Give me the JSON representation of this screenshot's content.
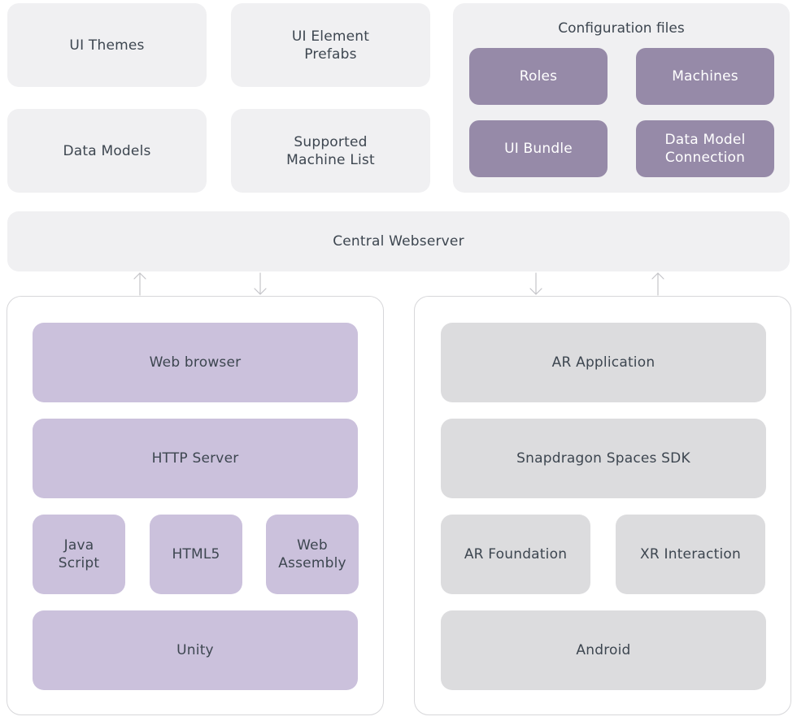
{
  "top_boxes": {
    "ui_themes": "UI Themes",
    "ui_element_prefabs": "UI Element\nPrefabs",
    "data_models": "Data Models",
    "supported_machine_list": "Supported\nMachine List"
  },
  "config_files": {
    "title": "Configuration files",
    "roles": "Roles",
    "machines": "Machines",
    "ui_bundle": "UI Bundle",
    "data_model_connection": "Data Model\nConnection"
  },
  "central_webserver": "Central Webserver",
  "web_stack": {
    "web_browser": "Web browser",
    "http_server": "HTTP Server",
    "javascript": "Java\nScript",
    "html5": "HTML5",
    "web_assembly": "Web\nAssembly",
    "unity": "Unity"
  },
  "ar_stack": {
    "ar_application": "AR Application",
    "snapdragon_sdk": "Snapdragon Spaces SDK",
    "ar_foundation": "AR Foundation",
    "xr_interaction": "XR Interaction",
    "android": "Android"
  },
  "colors": {
    "light_box": "#f0f0f2",
    "config_item": "#968aa8",
    "web_item": "#cbc1dc",
    "ar_item": "#dcdcde",
    "text": "#3d4650",
    "arrow": "#c4c4c8"
  }
}
